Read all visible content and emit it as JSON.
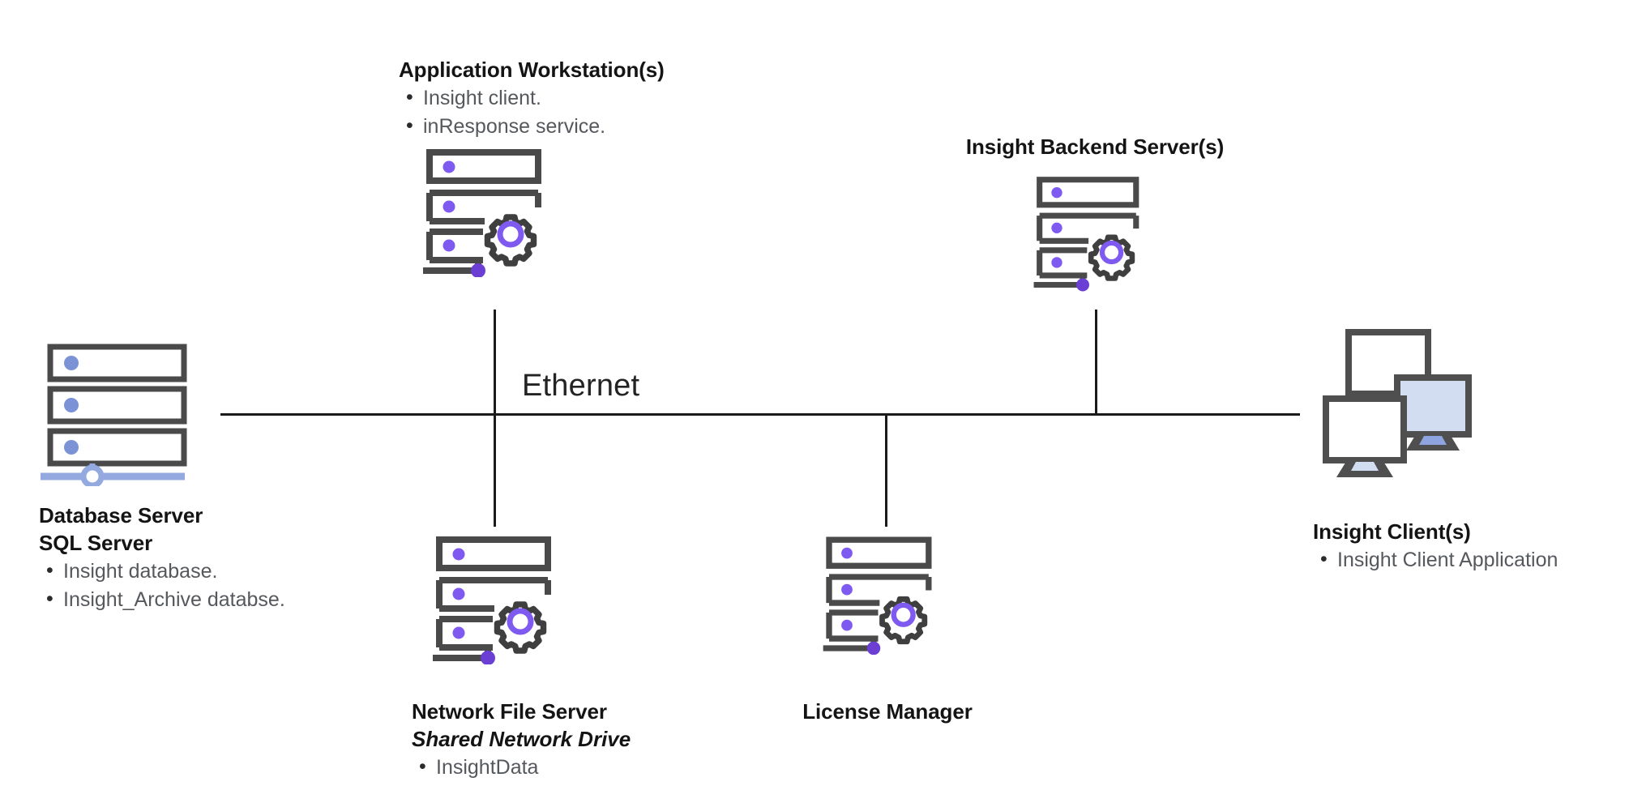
{
  "diagram": {
    "type": "network-architecture",
    "background_color": "#ffffff",
    "backbone_label": "Ethernet",
    "colors": {
      "wire": "#1a1a1a",
      "icon_outline": "#4a4a4a",
      "accent_purple": "#7f5af0",
      "accent_blue": "#7b93d6",
      "monitor_fill_blue": "#d3ddf2",
      "heading_text": "#141414",
      "bullet_text": "#55585c"
    }
  },
  "nodes": {
    "database_server": {
      "title": "Database Server",
      "subtitle": "SQL Server",
      "icon": "database-server-icon",
      "bullets": [
        "Insight database.",
        "Insight_Archive databse."
      ]
    },
    "application_workstation": {
      "title": "Application Workstation(s)",
      "icon": "server-gear-icon",
      "bullets": [
        "Insight client.",
        "inResponse service."
      ]
    },
    "insight_backend_server": {
      "title": "Insight Backend Server(s)",
      "icon": "server-gear-icon",
      "bullets": []
    },
    "network_file_server": {
      "title": "Network File Server",
      "subtitle": "Shared Network Drive",
      "icon": "server-gear-icon",
      "bullets": [
        "InsightData"
      ]
    },
    "license_manager": {
      "title": "License Manager",
      "icon": "server-gear-icon",
      "bullets": []
    },
    "insight_clients": {
      "title": "Insight Client(s)",
      "icon": "multiple-monitors-icon",
      "bullets": [
        "Insight Client Application"
      ]
    }
  }
}
